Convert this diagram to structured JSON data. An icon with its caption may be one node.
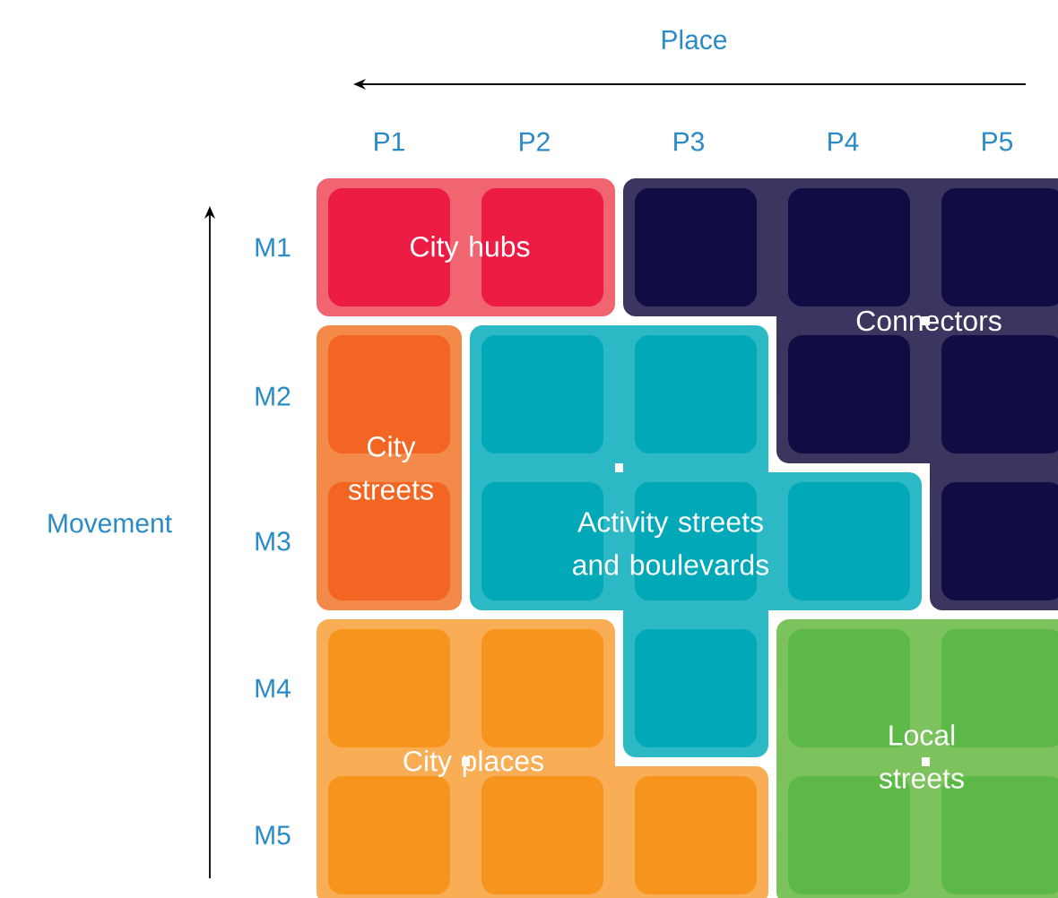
{
  "diagram": {
    "nodes": [
      {
        "text": [
          "City hubs"
        ]
      },
      {
        "text": [
          "Connectors"
        ]
      },
      {
        "text": [
          "City streets"
        ]
      },
      {
        "text": [
          "Activity streets and boulevards"
        ]
      },
      {
        "text": [
          "City places"
        ]
      },
      {
        "text": [
          "Local streets"
        ]
      }
    ],
    "labels": [
      "Place",
      "P1",
      "P2",
      "P3",
      "P4",
      "P5",
      "M1",
      "M2",
      "Movement",
      "M3",
      "M4",
      "M5"
    ]
  }
}
